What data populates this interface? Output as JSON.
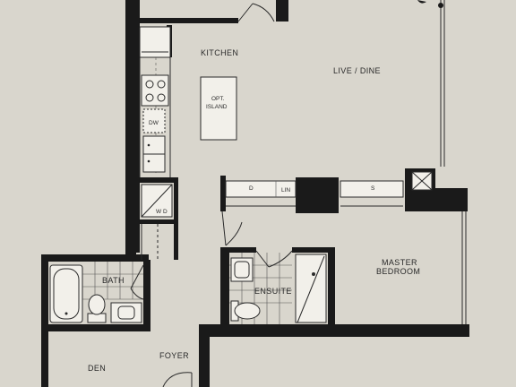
{
  "rooms": {
    "kitchen": "KITCHEN",
    "live_dine": "LIVE / DINE",
    "master_bedroom_line1": "MASTER",
    "master_bedroom_line2": "BEDROOM",
    "bath": "BATH",
    "ensuite": "ENSUITE",
    "den": "DEN",
    "foyer": "FOYER"
  },
  "fixtures": {
    "opt_island_line1": "OPT.",
    "opt_island_line2": "ISLAND",
    "dishwasher": "DW",
    "washer_dryer": "W D",
    "closet_d": "D",
    "closet_lin": "LIN",
    "closet_s": "S"
  }
}
